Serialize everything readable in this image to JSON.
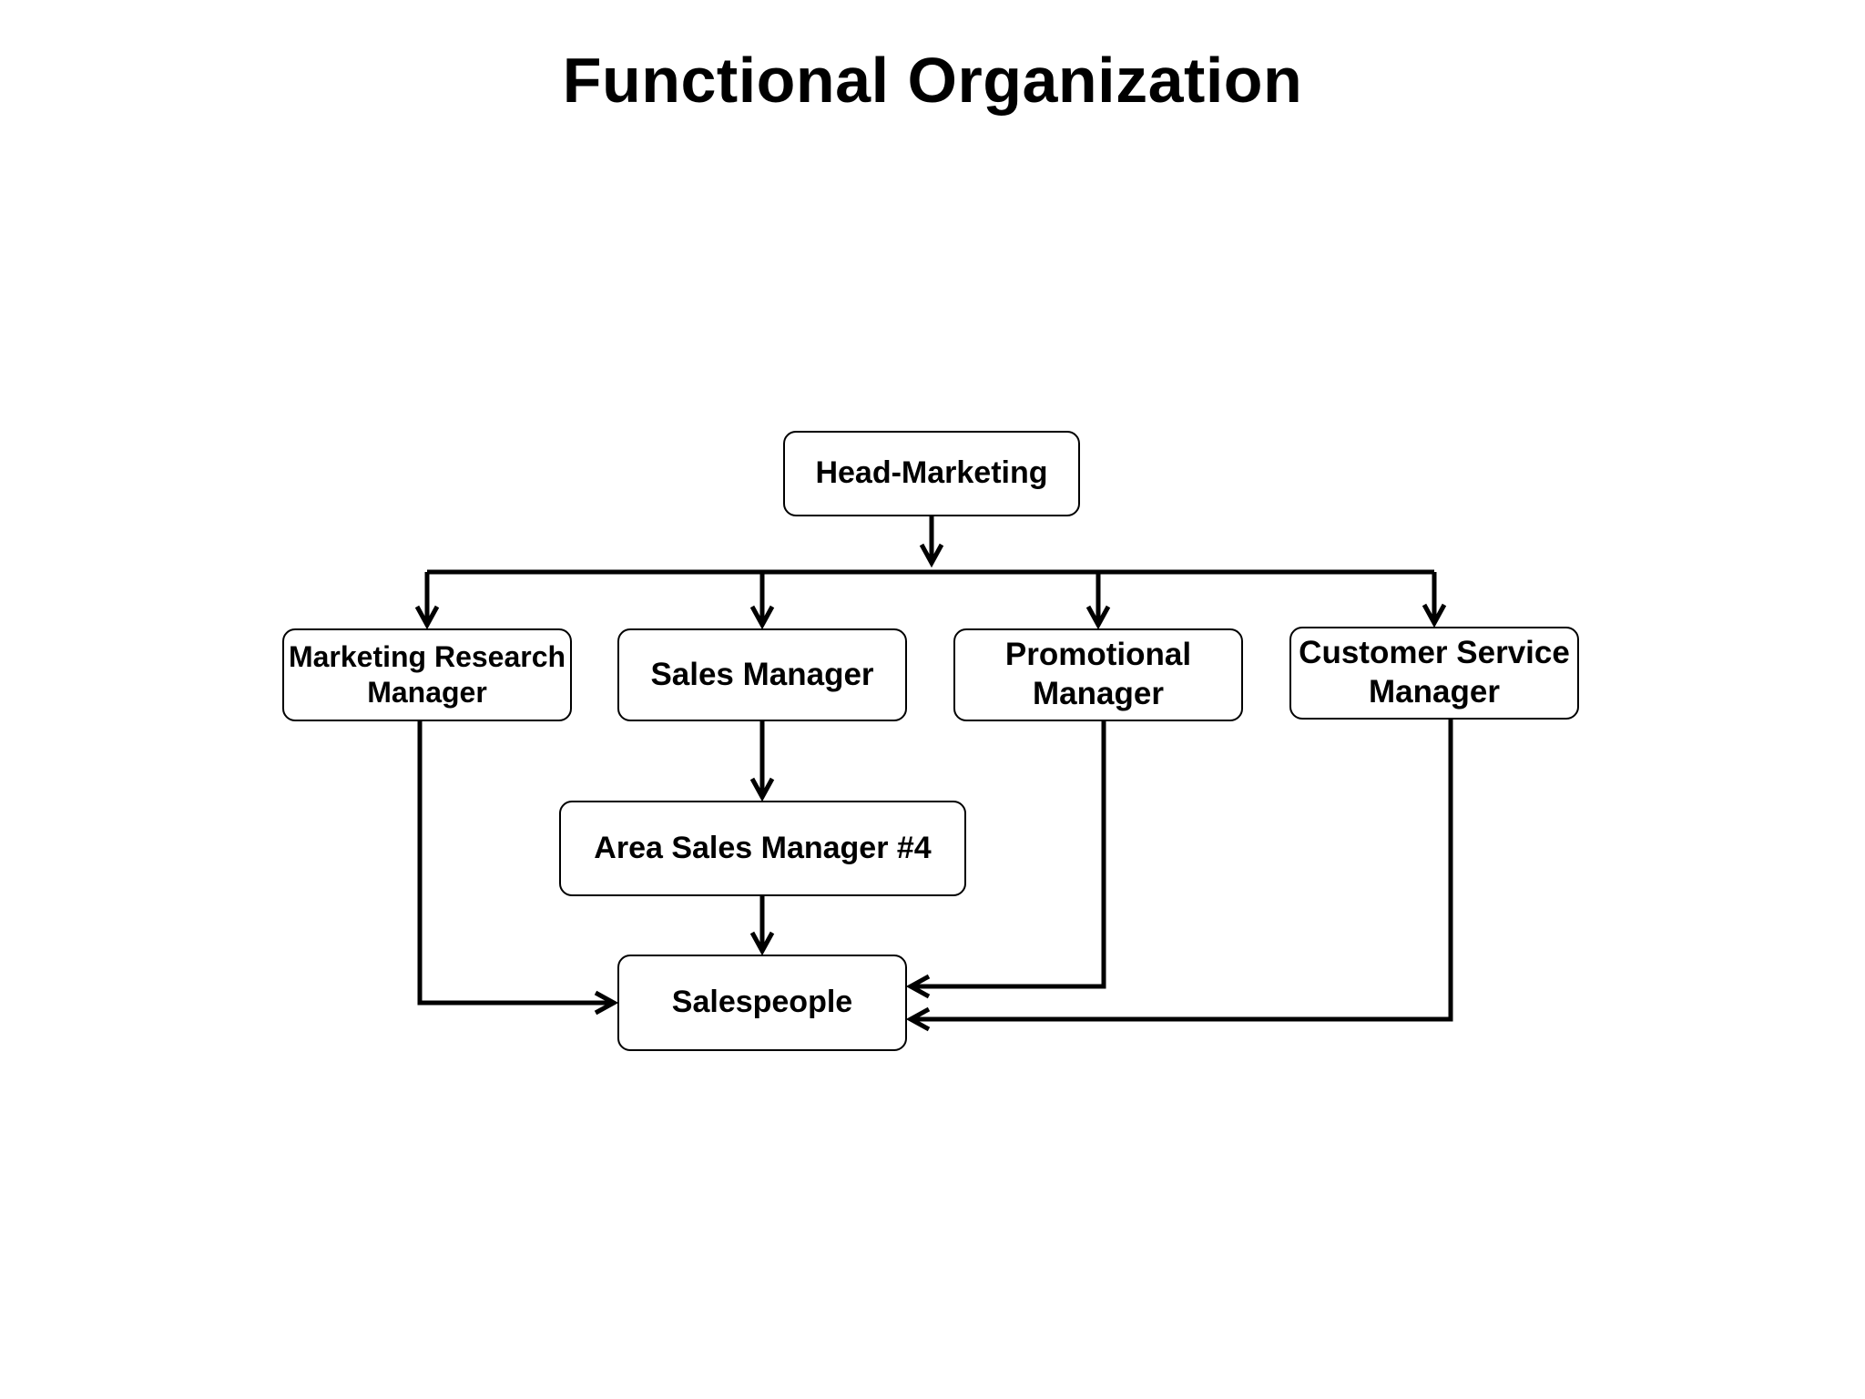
{
  "title": "Functional Organization",
  "nodes": {
    "head": "Head-Marketing",
    "marketing_research": "Marketing Research\nManager",
    "sales_manager": "Sales Manager",
    "promotional": "Promotional\nManager",
    "customer_service": "Customer Service\nManager",
    "area_sales": "Area Sales Manager #4",
    "salespeople": "Salespeople"
  },
  "edges": [
    {
      "from": "head",
      "to": "marketing_research"
    },
    {
      "from": "head",
      "to": "sales_manager"
    },
    {
      "from": "head",
      "to": "promotional"
    },
    {
      "from": "head",
      "to": "customer_service"
    },
    {
      "from": "sales_manager",
      "to": "area_sales"
    },
    {
      "from": "area_sales",
      "to": "salespeople"
    },
    {
      "from": "marketing_research",
      "to": "salespeople"
    },
    {
      "from": "promotional",
      "to": "salespeople"
    },
    {
      "from": "customer_service",
      "to": "salespeople"
    }
  ],
  "colors": {
    "line": "#000000",
    "box_border": "#000000",
    "background": "#ffffff"
  }
}
